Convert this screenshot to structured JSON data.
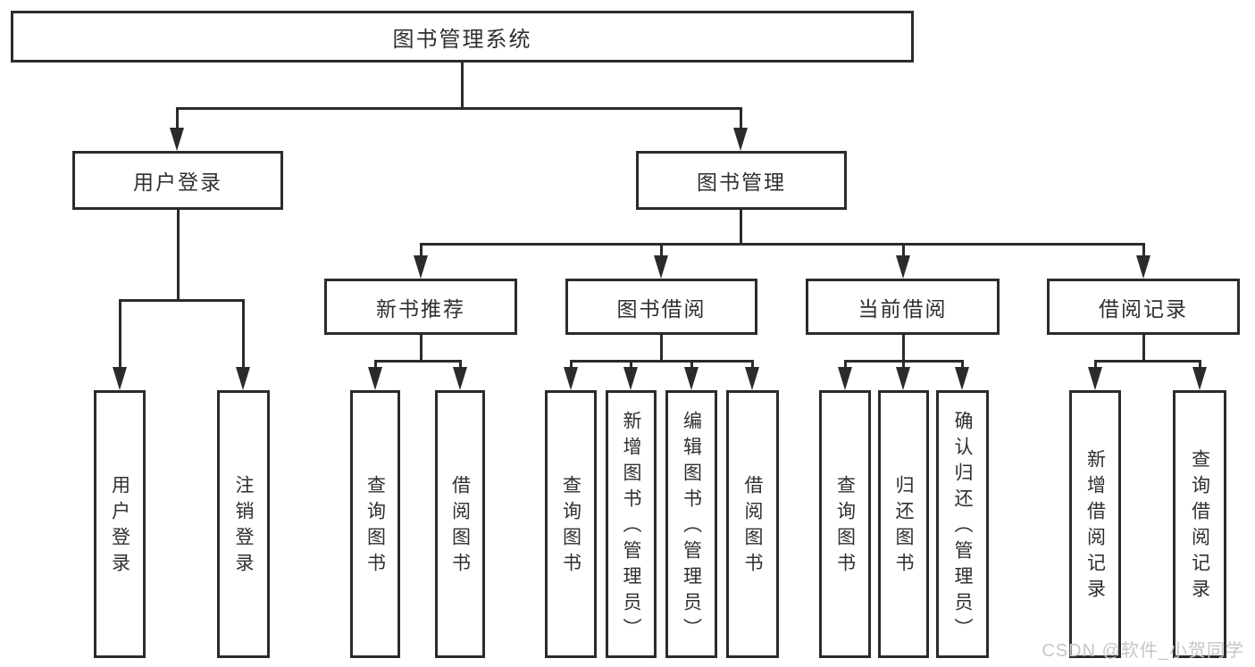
{
  "diagram_title": "图书管理系统",
  "nodes": {
    "root": "图书管理系统",
    "user_login": "用户登录",
    "book_management": "图书管理",
    "new_book_recommend": "新书推荐",
    "book_borrow": "图书借阅",
    "current_borrow": "当前借阅",
    "borrow_records": "借阅记录",
    "leaf_user_login": "用户登录",
    "leaf_logout": "注销登录",
    "leaf_query_book_1": "查询图书",
    "leaf_borrow_book_1": "借阅图书",
    "leaf_query_book_2": "查询图书",
    "leaf_add_book_admin": "新增图书（管理员）",
    "leaf_edit_book_admin": "编辑图书（管理员）",
    "leaf_borrow_book_2": "借阅图书",
    "leaf_query_book_3": "查询图书",
    "leaf_return_book": "归还图书",
    "leaf_confirm_return_admin": "确认归还（管理员）",
    "leaf_add_borrow_record": "新增借阅记录",
    "leaf_query_borrow_record": "查询借阅记录"
  },
  "hierarchy": {
    "图书管理系统": {
      "用户登录": [
        "用户登录",
        "注销登录"
      ],
      "图书管理": {
        "新书推荐": [
          "查询图书",
          "借阅图书"
        ],
        "图书借阅": [
          "查询图书",
          "新增图书（管理员）",
          "编辑图书（管理员）",
          "借阅图书"
        ],
        "当前借阅": [
          "查询图书",
          "归还图书",
          "确认归还（管理员）"
        ],
        "借阅记录": [
          "新增借阅记录",
          "查询借阅记录"
        ]
      }
    }
  },
  "watermark": "CSDN @软件_小贺同学",
  "colors": {
    "line": "#2b2b2b",
    "box_border": "#2b2b2b",
    "box_fill": "#ffffff",
    "text": "#2f2f2f",
    "watermark": "#c6c6c6",
    "background": "#ffffff"
  }
}
